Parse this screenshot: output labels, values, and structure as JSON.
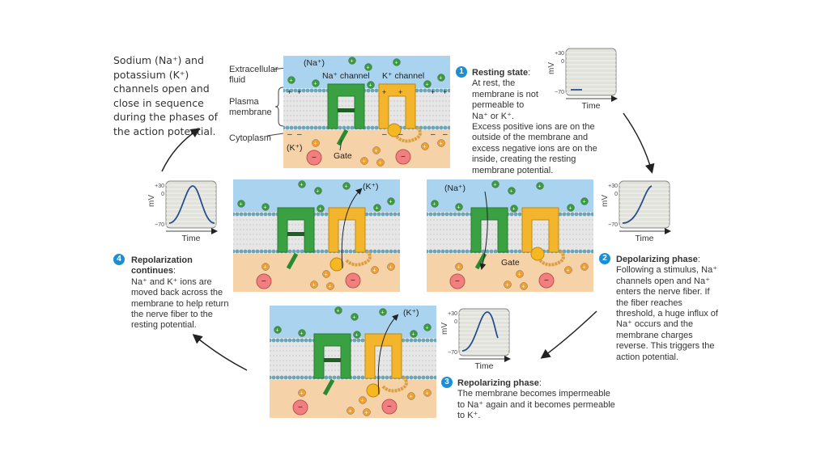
{
  "intro": "Sodium (Na⁺) and potassium (K⁺) channels open and close in sequence during the phases of the action potential.",
  "labels": {
    "extracellular": "Extracellular fluid",
    "plasma": "Plasma membrane",
    "cytoplasm": "Cytoplasm",
    "na_channel": "Na⁺ channel",
    "k_channel": "K⁺ channel",
    "na_ion": "(Na⁺)",
    "k_ion": "(K⁺)",
    "gate": "Gate"
  },
  "steps": [
    {
      "num": "1",
      "title": "Resting state",
      "body": "At rest, the membrane is not permeable to Na⁺ or K⁺. Excess positive ions are on the outside of the membrane and excess negative ions are on the inside, creating the resting membrane potential."
    },
    {
      "num": "2",
      "title": "Depolarizing phase",
      "body": "Following a stimulus, Na⁺ channels open and Na⁺ enters the nerve fiber. If the fiber reaches threshold, a huge influx of Na⁺ occurs and the membrane charges reverse. This triggers the action potential."
    },
    {
      "num": "3",
      "title": "Repolarizing phase",
      "body": "The membrane becomes impermeable to Na⁺ again and it becomes permeable to K⁺."
    },
    {
      "num": "4",
      "title": "Repolarization continues",
      "body": "Na⁺ and K⁺ ions are moved back across the membrane to help return the nerve fiber to the resting potential."
    }
  ],
  "graph": {
    "ylabel": "mV",
    "xlabel": "Time",
    "ticks": [
      "+30",
      "0",
      "−70"
    ]
  },
  "colors": {
    "step_badge": "#1a8fd6",
    "extracellular": "#a9d3ee",
    "cytoplasm": "#f6d2a8",
    "na_channel": "#3aa142",
    "k_channel": "#f2b52b",
    "na_ion": "#3a9a3e",
    "k_ion": "#f0a030",
    "anion": "#f08080",
    "trace": "#2a4f8f"
  }
}
